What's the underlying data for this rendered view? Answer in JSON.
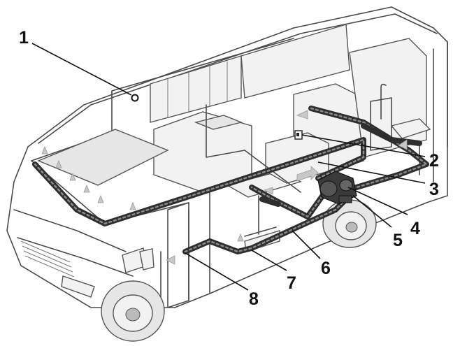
{
  "callouts": [
    {
      "label": "1"
    },
    {
      "label": "2"
    },
    {
      "label": "3"
    },
    {
      "label": "4"
    },
    {
      "label": "5"
    },
    {
      "label": "6"
    },
    {
      "label": "7"
    },
    {
      "label": "8"
    }
  ],
  "colors": {
    "line": "#4a4a4a",
    "duct": "#2e2e2e",
    "panel": "#f2f2f2",
    "text": "#111111"
  }
}
